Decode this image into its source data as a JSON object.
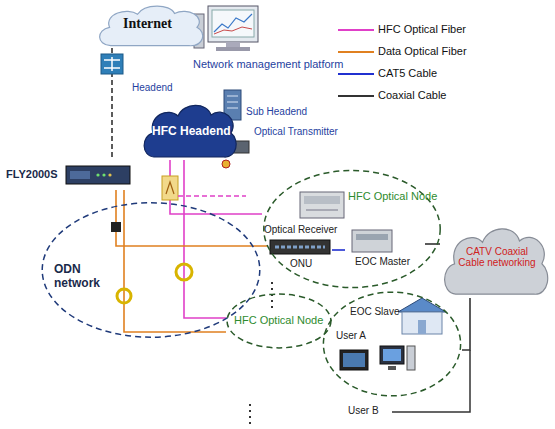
{
  "diagram": {
    "nodes": [
      {
        "text": [
          "Internet"
        ]
      },
      {
        "text": [
          "HFC Headend"
        ]
      },
      {
        "text": [
          "FLY2000S"
        ]
      },
      {
        "text": [
          "ODN network"
        ]
      },
      {
        "text": [
          "HFC Optical Node"
        ]
      },
      {
        "text": [
          "Optical Receiver"
        ],
        "in": 4
      },
      {
        "text": [
          "ONU"
        ],
        "in": 4
      },
      {
        "text": [
          "EOC Master"
        ],
        "in": 4
      },
      {
        "text": [
          "CATV Coaxial Cable networking"
        ]
      },
      {
        "text": [
          "HFC Optical Node"
        ]
      },
      {
        "text": [
          "EOC Slave",
          "User A"
        ]
      }
    ],
    "edges": [
      {
        "from": 0,
        "to": 2,
        "arrow": "none"
      },
      {
        "from": 1,
        "to": 5,
        "arrow": "none"
      },
      {
        "from": 1,
        "to": 9,
        "arrow": "none"
      },
      {
        "from": 2,
        "to": 6,
        "arrow": "none"
      },
      {
        "from": 2,
        "to": 9,
        "arrow": "none"
      },
      {
        "from": 6,
        "to": 7,
        "arrow": "none"
      },
      {
        "from": 7,
        "to": 8,
        "arrow": "none"
      },
      {
        "from": 8,
        "to": 10,
        "arrow": "none"
      }
    ],
    "labels": [
      "Network management platform",
      "Headend",
      "Sub Headend",
      "Optical Transmitter",
      "User B"
    ],
    "legend": [
      {
        "text": "HFC Optical Fiber"
      },
      {
        "text": "Data Optical Fiber"
      },
      {
        "text": "CAT5 Cable"
      },
      {
        "text": "Coaxial Cable"
      }
    ]
  }
}
